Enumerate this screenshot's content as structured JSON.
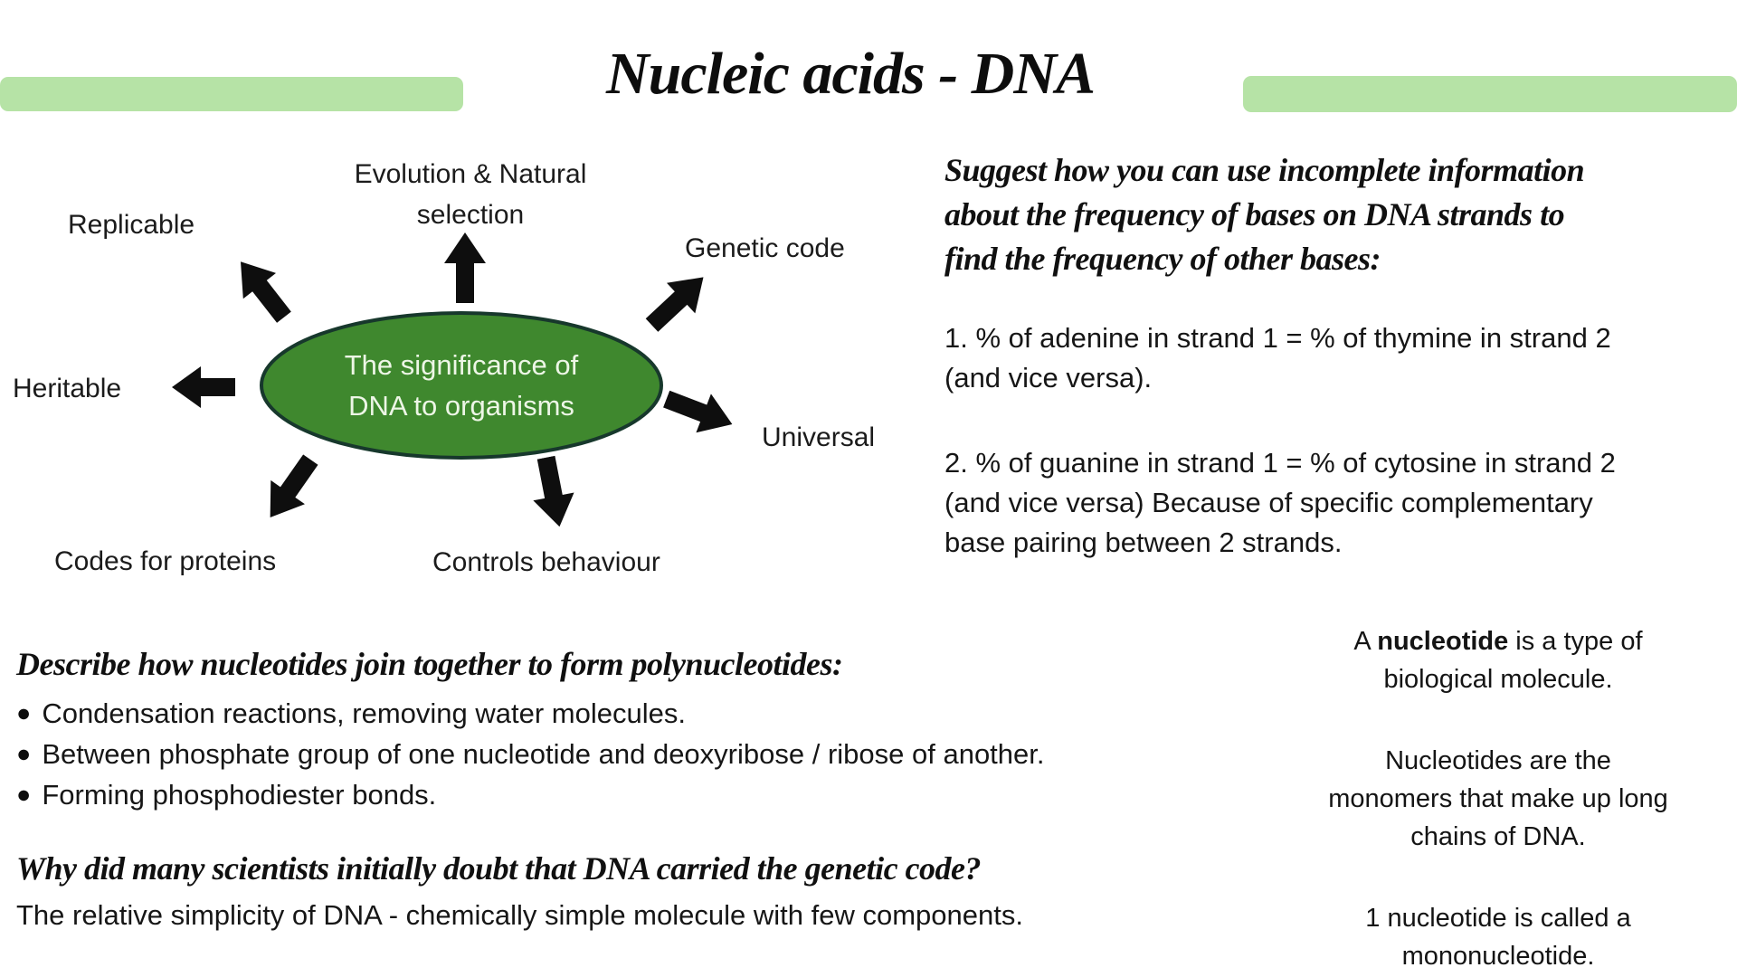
{
  "header": {
    "title": "Nucleic acids - DNA",
    "accent_color": "#b6e3a6"
  },
  "diagram": {
    "ellipse_fill": "#3f882e",
    "ellipse_border": "#17382c",
    "center_line1": "The significance of",
    "center_line2": "DNA to organisms",
    "spokes": [
      {
        "label": "Evolution & Natural selection"
      },
      {
        "label": "Replicable"
      },
      {
        "label": "Genetic code"
      },
      {
        "label": "Heritable"
      },
      {
        "label": "Universal"
      },
      {
        "label": "Codes for proteins"
      },
      {
        "label": "Controls behaviour"
      }
    ]
  },
  "bases_question": {
    "question": "Suggest how you can use incomplete information about the frequency of bases on DNA strands to find the frequency of other bases:",
    "lines": [
      "Suggest how you can use incomplete information",
      "about the frequency of bases on DNA strands to",
      "find the frequency of other bases:"
    ],
    "answer_1": "1. % of adenine in strand 1 = % of thymine in strand 2 (and vice versa).",
    "answer_1_lines": [
      "1. % of adenine in strand 1 = % of thymine in strand 2",
      "(and vice versa)."
    ],
    "answer_2": "2. % of guanine in strand 1 = % of cytosine in strand 2 (and vice versa) Because of specific complementary base pairing between 2 strands.",
    "answer_2_lines": [
      "2. % of guanine in strand 1 = % of cytosine in strand 2",
      "(and vice versa) Because of specific complementary",
      "base pairing between 2 strands."
    ]
  },
  "polynucleotides_question": {
    "question": "Describe how nucleotides join together to form polynucleotides:",
    "bullet_glyph": "●",
    "bullets": [
      "Condensation reactions, removing water molecules.",
      "Between phosphate group of one nucleotide and deoxyribose / ribose of another.",
      "Forming phosphodiester bonds."
    ]
  },
  "doubt_question": {
    "question": "Why did many scientists initially doubt that DNA carried the genetic code?",
    "answer": "The relative simplicity of DNA - chemically simple molecule with few components."
  },
  "nucleotide_notes": {
    "note1_line1_prefix": "A ",
    "note1_line1_bold": "nucleotide",
    "note1_line1_rest": " is a type of",
    "note1_line2": "biological molecule.",
    "note2_line1": "Nucleotides are the",
    "note2_line2": "monomers that make up long",
    "note2_line3": "chains of DNA.",
    "note3_line1": "1 nucleotide is called a",
    "note3_line2": "mononucleotide."
  }
}
